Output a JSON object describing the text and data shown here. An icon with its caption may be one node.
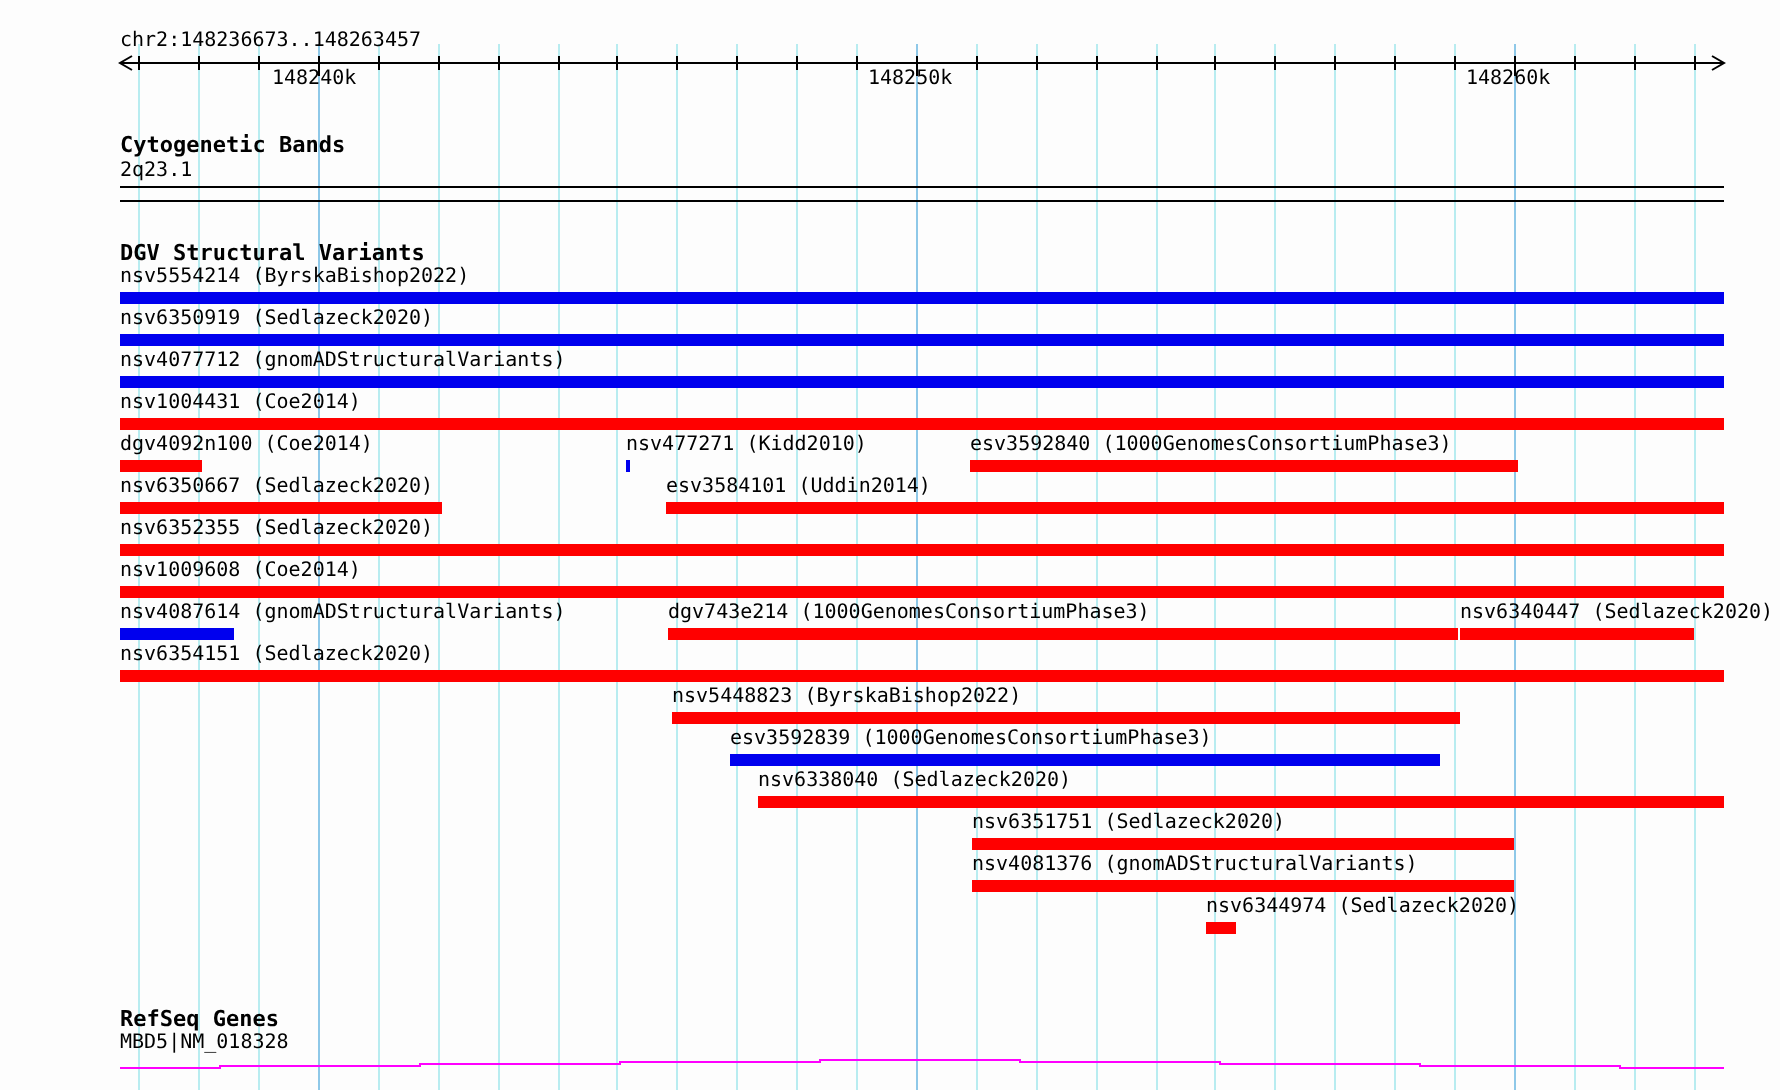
{
  "diagram": {
    "nodes": [
      {
        "text": [
          "nsv5554214 (ByrskaBishop2022)"
        ]
      },
      {
        "text": [
          "nsv6350919 (Sedlazeck2020)"
        ]
      },
      {
        "text": [
          "nsv4077712 (gnomADStructuralVariants)"
        ]
      },
      {
        "text": [
          "nsv1004431 (Coe2014)"
        ]
      },
      {
        "text": [
          "dgv4092n100 (Coe2014)"
        ]
      },
      {
        "text": [
          "nsv477271 (Kidd2010)"
        ]
      },
      {
        "text": [
          "esv3592840 (1000GenomesConsortiumPhase3)"
        ]
      },
      {
        "text": [
          "nsv6350667 (Sedlazeck2020)"
        ]
      },
      {
        "text": [
          "esv3584101 (Uddin2014)"
        ]
      },
      {
        "text": [
          "nsv6352355 (Sedlazeck2020)"
        ]
      },
      {
        "text": [
          "nsv1009608 (Coe2014)"
        ]
      },
      {
        "text": [
          "nsv4087614 (gnomADStructuralVariants)"
        ]
      },
      {
        "text": [
          "dgv743e214 (1000GenomesConsortiumPhase3)"
        ]
      },
      {
        "text": [
          "nsv6340447 (Sedlazeck2020)"
        ]
      },
      {
        "text": [
          "nsv6354151 (Sedlazeck2020)"
        ]
      },
      {
        "text": [
          "nsv5448823 (ByrskaBishop2022)"
        ]
      },
      {
        "text": [
          "esv3592839 (1000GenomesConsortiumPhase3)"
        ]
      },
      {
        "text": [
          "nsv6338040 (Sedlazeck2020)"
        ]
      },
      {
        "text": [
          "nsv6351751 (Sedlazeck2020)"
        ]
      },
      {
        "text": [
          "nsv4081376 (gnomADStructuralVariants)"
        ]
      },
      {
        "text": [
          "nsv6344974 (Sedlazeck2020)"
        ]
      },
      {
        "text": [
          "MBD5|NM_018328"
        ]
      }
    ],
    "labels": [
      "chr2:148236673..148263457",
      "148240k",
      "148250k",
      "148260k",
      "Cytogenetic Bands",
      "2q23.1",
      "DGV Structural Variants",
      "RefSeq Genes"
    ]
  }
}
